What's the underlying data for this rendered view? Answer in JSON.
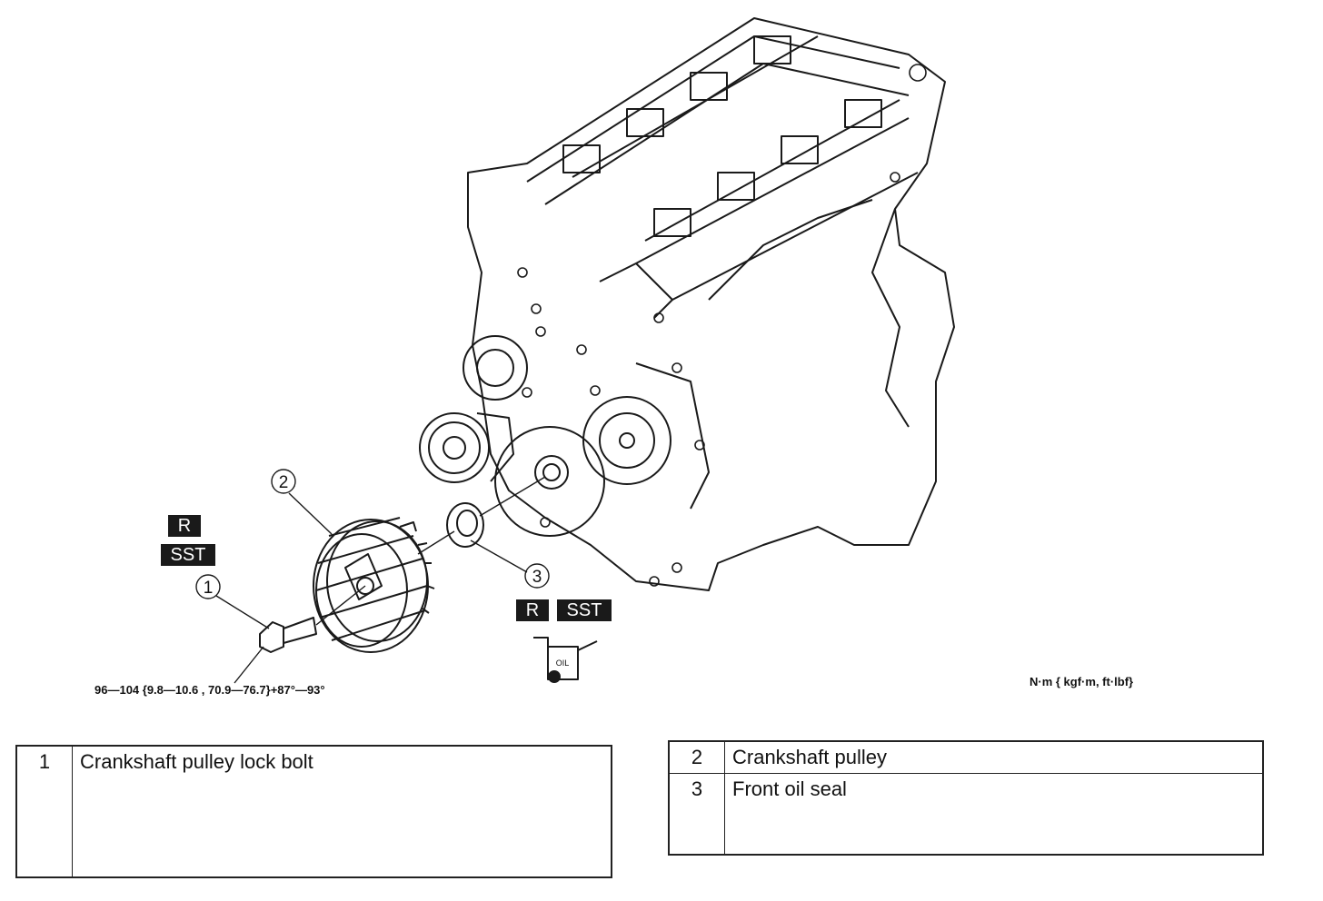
{
  "callouts": [
    "1",
    "2",
    "3"
  ],
  "badges": {
    "r": "R",
    "sst": "SST",
    "oil": "OIL"
  },
  "torque_spec": "96—104 {9.8—10.6 , 70.9—76.7}+87°—93°",
  "units_label": "N·m { kgf·m,  ft·lbf}",
  "legend_left": [
    {
      "num": "1",
      "name": "Crankshaft pulley lock bolt"
    }
  ],
  "legend_right": [
    {
      "num": "2",
      "name": "Crankshaft pulley"
    },
    {
      "num": "3",
      "name": "Front oil seal"
    }
  ]
}
